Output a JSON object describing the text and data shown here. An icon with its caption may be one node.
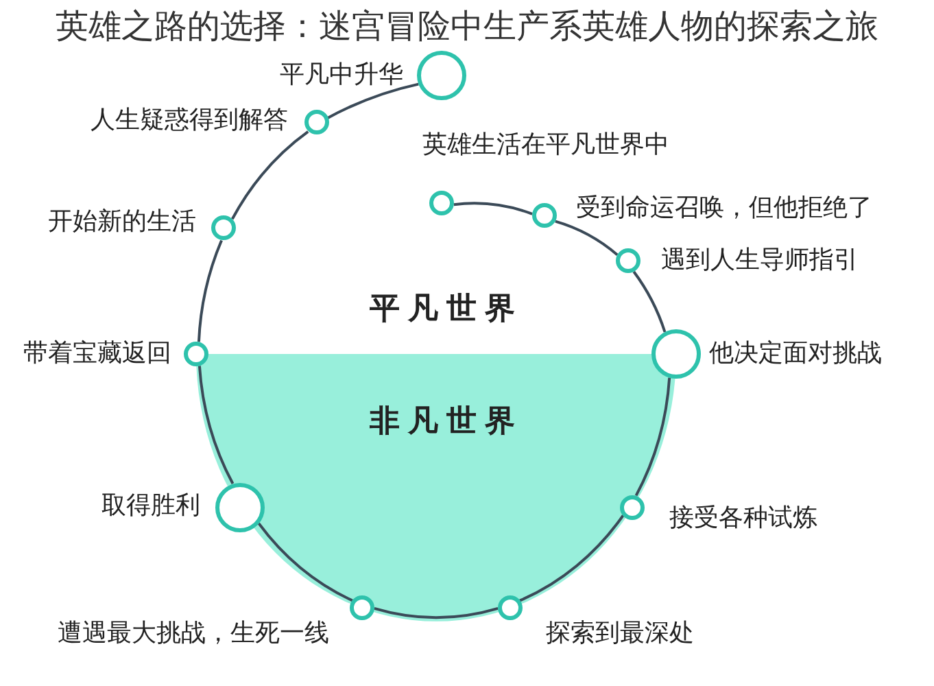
{
  "diagram": {
    "title": "英雄之路的选择：迷宫冒险中生产系英雄人物的探索之旅",
    "nodes": [
      {
        "text": [],
        "shape": "circle",
        "beside": [
          "英雄生活在平凡世界中"
        ]
      },
      {
        "text": [],
        "shape": "circle",
        "beside": [
          "受到命运召唤，但他拒绝了"
        ]
      },
      {
        "text": [],
        "shape": "circle",
        "beside": [
          "遇到人生导师指引"
        ]
      },
      {
        "text": [],
        "shape": "circle",
        "beside": [
          "他决定面对挑战"
        ]
      },
      {
        "text": [],
        "shape": "circle",
        "beside": [
          "接受各种试炼"
        ]
      },
      {
        "text": [],
        "shape": "circle",
        "beside": [
          "探索到最深处"
        ]
      },
      {
        "text": [],
        "shape": "circle",
        "beside": [
          "遭遇最大挑战，生死一线"
        ]
      },
      {
        "text": [],
        "shape": "circle",
        "beside": [
          "取得胜利"
        ]
      },
      {
        "text": [],
        "shape": "circle",
        "beside": [
          "带着宝藏返回"
        ]
      },
      {
        "text": [],
        "shape": "circle",
        "beside": [
          "开始新的生活"
        ]
      },
      {
        "text": [],
        "shape": "circle",
        "beside": [
          "人生疑惑得到解答"
        ]
      },
      {
        "text": [],
        "shape": "circle",
        "beside": [
          "平凡中升华"
        ]
      }
    ],
    "edges": [
      {
        "from": 0,
        "to": 1,
        "arrow": "none"
      },
      {
        "from": 1,
        "to": 2,
        "arrow": "none"
      },
      {
        "from": 2,
        "to": 3,
        "arrow": "none"
      },
      {
        "from": 3,
        "to": 4,
        "arrow": "none"
      },
      {
        "from": 4,
        "to": 5,
        "arrow": "none"
      },
      {
        "from": 5,
        "to": 6,
        "arrow": "none"
      },
      {
        "from": 6,
        "to": 7,
        "arrow": "none"
      },
      {
        "from": 7,
        "to": 8,
        "arrow": "none"
      },
      {
        "from": 8,
        "to": 9,
        "arrow": "none"
      },
      {
        "from": 9,
        "to": 10,
        "arrow": "none"
      },
      {
        "from": 10,
        "to": 11,
        "arrow": "none"
      }
    ],
    "labels": [
      "平凡世界",
      "非凡世界"
    ]
  }
}
